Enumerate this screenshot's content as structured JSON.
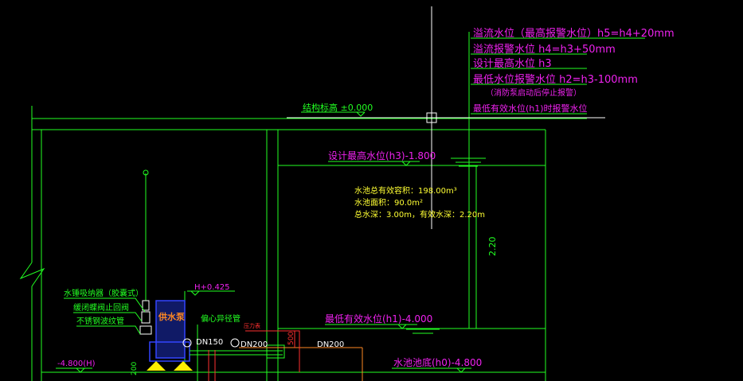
{
  "colors": {
    "background": "#000000",
    "structure": "#22ff22",
    "annotation": "#ee22ee",
    "note": "#ffff33",
    "pipe_red": "#ff3030",
    "pipe_orange": "#ff8822",
    "crosshair": "#ffffff",
    "pump_body": "#2233cc",
    "pump_label": "#ff8822"
  },
  "levels": {
    "h5": "溢流水位（最高报警水位）h5=h4+20mm",
    "h4": "溢流报警水位 h4=h3+50mm",
    "h3_label": "设计最高水位 h3",
    "h2": "最低水位报警水位 h2=h3-100mm",
    "h2_note": "（消防泵启动后停止报警）",
    "h1_alarm": "最低有效水位(h1)时报警水位"
  },
  "labels": {
    "structure_elev": "结构标高 ±0.000",
    "design_high": "设计最高水位(h3)-1.800",
    "min_effective": "最低有效水位(h1)-4.000",
    "pool_bottom": "水池池底(h0)-4.800",
    "left_level": "-4.800(H)",
    "h_level": "H+0.425",
    "pump": "供水泵",
    "vacuum_suppressor": "水锤吸纳器（胶囊式）",
    "check_valve": "缓闭蝶阀止回阀",
    "flex_joint": "不锈钢波纹管",
    "pressure_gauge": "压力表",
    "flat_bottom": "偏心异径管",
    "dn150": "DN150",
    "dn200_a": "DN200",
    "dn200_b": "DN200",
    "dim_220": "2.20",
    "dim_500": "500",
    "dim_200": "200"
  },
  "notes": {
    "volume": "水池总有效容积：198.00m³",
    "area": "水池面积：90.0m²",
    "depth": "总水深：3.00m，有效水深：2.20m"
  }
}
